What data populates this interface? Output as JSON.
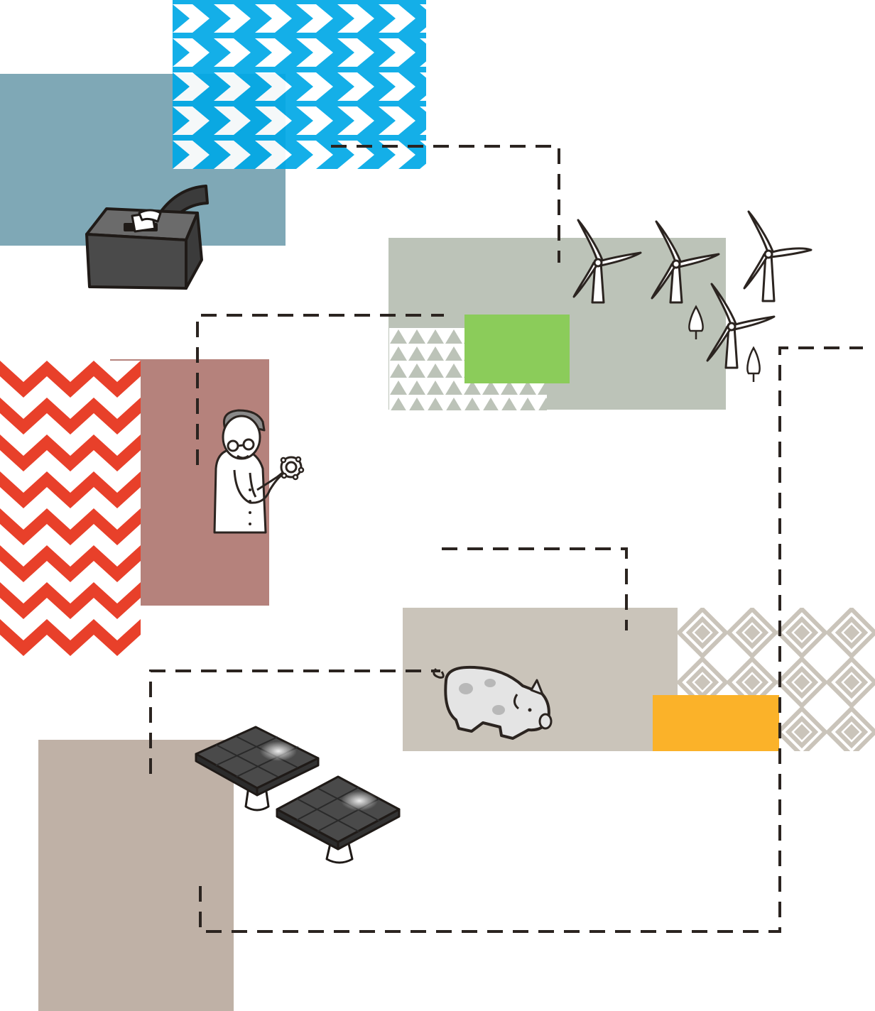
{
  "scene": {
    "description_free": true,
    "colors": {
      "slate_blue": "#7fa8b6",
      "sky_blue": "#00a8e6",
      "sage": "#bcc3b8",
      "lime": "#8bcc5a",
      "brick_red": "#e8402a",
      "dusty_rose": "#b5827c",
      "warm_grey": "#cac4ba",
      "taupe": "#bfb1a6",
      "amber": "#fbb229",
      "ink": "#2b2420"
    },
    "illustrations": [
      "ballot-box",
      "wind-turbines",
      "doctor-with-stethoscope",
      "pig",
      "solar-panels",
      "trees"
    ]
  }
}
